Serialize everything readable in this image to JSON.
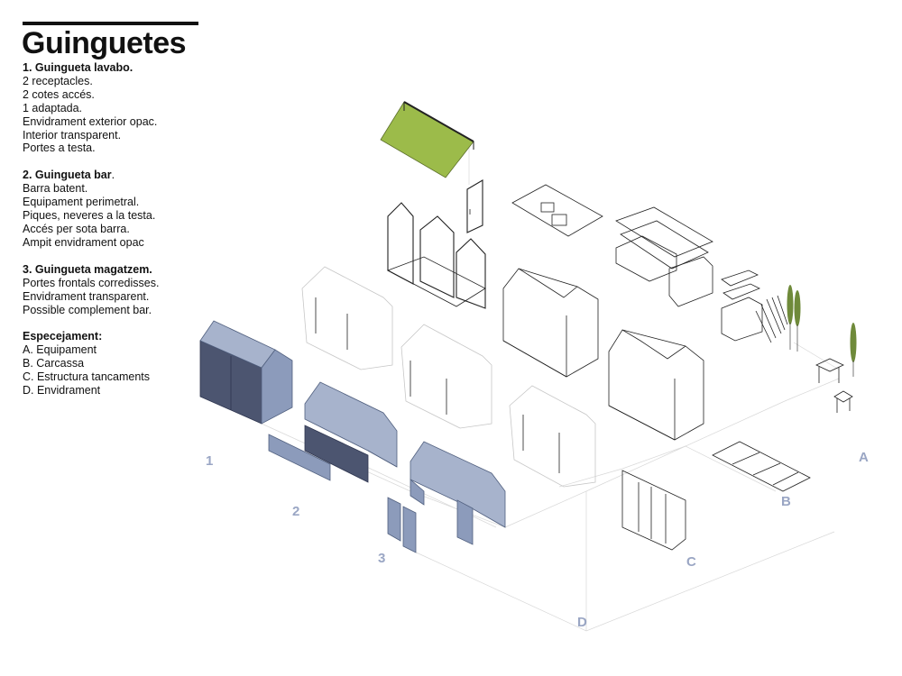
{
  "title": "Guinguetes",
  "sections": {
    "s1": {
      "heading": "1. Guingueta lavabo.",
      "lines": [
        "2 receptacles.",
        "2 cotes accés.",
        "1 adaptada.",
        "Envidrament exterior opac.",
        "Interior transparent.",
        "Portes a testa."
      ]
    },
    "s2": {
      "heading": "2. Guingueta bar",
      "heading_suffix": ".",
      "lines": [
        "Barra batent.",
        "Equipament perimetral.",
        "Piques, neveres a la testa.",
        "Accés per sota barra.",
        "Ampit envidrament opac"
      ]
    },
    "s3": {
      "heading": "3. Guingueta magatzem.",
      "lines": [
        "Portes frontals corredisses.",
        "Envidrament transparent.",
        "Possible complement bar."
      ]
    },
    "s4": {
      "heading": "Especejament:",
      "lines": [
        "A. Equipament",
        "B. Carcassa",
        "C. Estructura tancaments",
        "D. Envidrament"
      ]
    }
  },
  "labels": {
    "l1": "1",
    "l2": "2",
    "l3": "3",
    "la": "A",
    "lb": "B",
    "lc": "C",
    "ld": "D"
  },
  "colors": {
    "roof_green": "#9cbb4a",
    "glass_blue": "#8c9bbb",
    "glass_dark": "#4c5570",
    "label_blue": "#9aa6c4"
  }
}
